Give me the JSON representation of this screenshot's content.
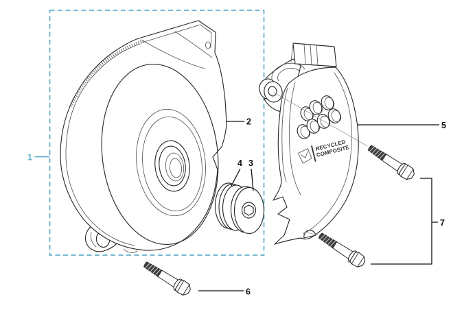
{
  "colors": {
    "background": "#ffffff",
    "line": "#2b2b2b",
    "accent": "#64aecb",
    "label": "#101010",
    "thread_fill": "#3f3f3f"
  },
  "callouts": {
    "c1": "1",
    "c2": "2",
    "c3": "3",
    "c4": "4",
    "c5": "5",
    "c6": "6",
    "c7": "7"
  },
  "stamp": {
    "line1": "RECYCLED",
    "line2": "COMPOSITE"
  }
}
